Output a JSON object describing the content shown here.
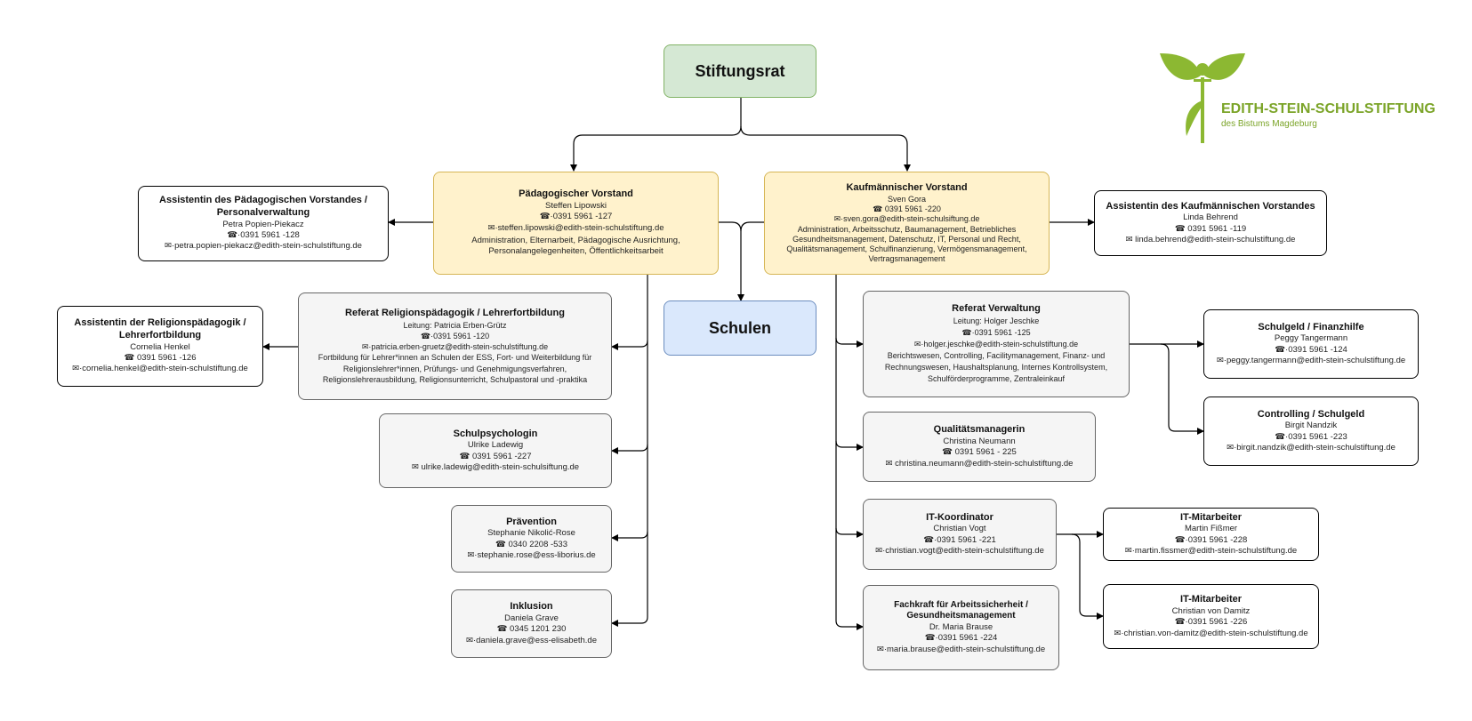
{
  "logo": {
    "name": "EDITH-STEIN-SCHULSTIFTUNG",
    "subtitle": "des Bistums Magdeburg",
    "color": "#8cb832"
  },
  "stiftungsrat": {
    "title": "Stiftungsrat"
  },
  "schulen": {
    "title": "Schulen"
  },
  "paed_vorstand": {
    "title": "Pädagogischer Vorstand",
    "name": "Steffen Lipowski",
    "phone": "☎·0391 5961 -127",
    "email": "✉·steffen.lipowski@edith-stein-schulstiftung.de",
    "desc": "Administration, Elternarbeit, Pädagogische Ausrichtung, Personalangelegenheiten, Öffentlichkeitsarbeit"
  },
  "kauf_vorstand": {
    "title": "Kaufmännischer Vorstand",
    "name": "Sven Gora",
    "phone": "☎    0391 5961 -220",
    "email": "✉·sven.gora@edith-stein-schulsiftung.de",
    "desc": "Administration, Arbeitsschutz, Baumanagement, Betriebliches Gesundheitsmanagement, Datenschutz, IT, Personal und Recht, Qualitätsmanagement, Schulfinanzierung, Vermögensmanagement, Vertragsmanagement"
  },
  "assist_paed": {
    "title": "Assistentin des Pädagogischen Vorstandes / Personalverwaltung",
    "name": "Petra Popien-Piekacz",
    "phone": "☎·0391 5961 -128",
    "email": "✉·petra.popien-piekacz@edith-stein-schulstiftung.de"
  },
  "assist_kauf": {
    "title": "Assistentin des Kaufmännischen Vorstandes",
    "name": "Linda Behrend",
    "phone": "☎ 0391 5961 -119",
    "email": "✉ linda.behrend@edith-stein-schulstiftung.de"
  },
  "referat_religion": {
    "title": "Referat Religionspädagogik / Lehrerfortbildung",
    "lead": "Leitung: Patricia Erben-Grütz",
    "phone": "☎·0391 5961 -120",
    "email": "✉·patricia.erben-gruetz@edith-stein-schulstiftung.de",
    "desc": "Fortbildung für Lehrer*innen an Schulen der ESS, Fort- und Weiterbildung für Religionslehrer*innen, Prüfungs- und Genehmigungsverfahren, Religionslehrerausbildung, Religionsunterricht, Schulpastoral und -praktika"
  },
  "assist_religion": {
    "title": "Assistentin der Religionspädagogik / Lehrerfortbildung",
    "name": "Cornelia Henkel",
    "phone": "☎ 0391 5961 -126",
    "email": "✉·cornelia.henkel@edith-stein-schulstiftung.de"
  },
  "schulpsych": {
    "title": "Schulpsychologin",
    "name": "Ulrike Ladewig",
    "phone": "☎ 0391 5961 -227",
    "email": "✉ ulrike.ladewig@edith-stein-schulsiftung.de"
  },
  "praevention": {
    "title": "Prävention",
    "name": "Stephanie Nikolić-Rose",
    "phone": "☎ 0340 2208 -533",
    "email": "✉·stephanie.rose@ess-liborius.de"
  },
  "inklusion": {
    "title": "Inklusion",
    "name": "Daniela Grave",
    "phone": "☎ 0345 1201 230",
    "email": "✉·daniela.grave@ess-elisabeth.de"
  },
  "referat_verwaltung": {
    "title": "Referat Verwaltung",
    "lead": "Leitung: Holger Jeschke",
    "phone": "☎·0391 5961 -125",
    "email": "✉·holger.jeschke@edith-stein-schulstiftung.de",
    "desc": "Berichtswesen, Controlling, Facilitymanagement, Finanz- und Rechnungswesen, Haushaltsplanung, Internes Kontrollsystem, Schulförderprogramme, Zentraleinkauf"
  },
  "schulgeld_finanz": {
    "title": "Schulgeld / Finanzhilfe",
    "name": "Peggy Tangermann",
    "phone": "☎·0391 5961 -124",
    "email": "✉·peggy.tangermann@edith-stein-schulstiftung.de"
  },
  "controlling": {
    "title": "Controlling / Schulgeld",
    "name": "Birgit Nandzik",
    "phone": "☎·0391 5961 -223",
    "email": "✉·birgit.nandzik@edith-stein-schulstiftung.de"
  },
  "qualitaet": {
    "title": "Qualitätsmanagerin",
    "name": "Christina Neumann",
    "phone": "☎ 0391 5961 - 225",
    "email": "✉ christina.neumann@edith-stein-schulstiftung.de"
  },
  "it_koord": {
    "title": "IT-Koordinator",
    "name": "Christian Vogt",
    "phone": "☎·0391 5961 -221",
    "email": "✉·christian.vogt@edith-stein-schulstiftung.de"
  },
  "it_mit1": {
    "title": "IT-Mitarbeiter",
    "name": "Martin Fißmer",
    "phone": "☎·0391 5961 -228",
    "email": "✉·martin.fissmer@edith-stein-schulstiftung.de"
  },
  "it_mit2": {
    "title": "IT-Mitarbeiter",
    "name": "Christian von Damitz",
    "phone": "☎·0391 5961 -226",
    "email": "✉·christian.von-damitz@edith-stein-schulstiftung.de"
  },
  "fachkraft": {
    "title": "Fachkraft für Arbeitssicherheit / Gesundheitsmanagement",
    "name": "Dr. Maria Brause",
    "phone": "☎·0391 5961 -224",
    "email": "✉·maria.brause@edith-stein-schulstiftung.de"
  }
}
